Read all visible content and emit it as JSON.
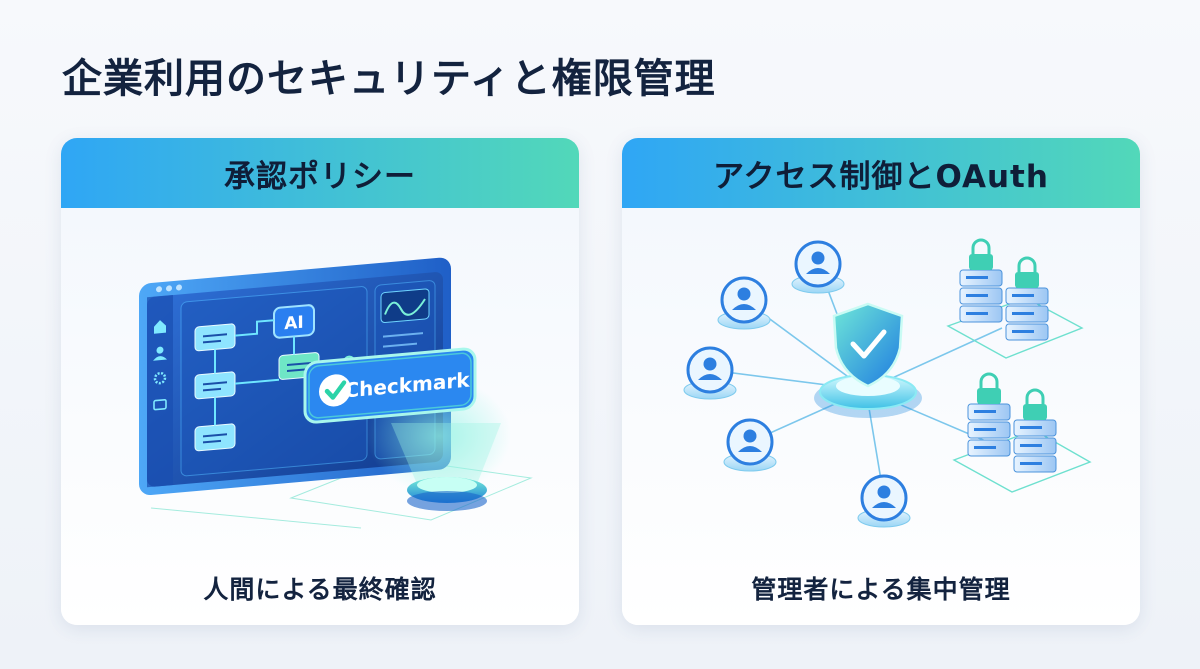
{
  "page": {
    "title": "企業利用のセキュリティと権限管理"
  },
  "cards": [
    {
      "header": "承認ポリシー",
      "caption": "人間による最終確認",
      "ai_label": "AI",
      "badge_label": "Checkmark"
    },
    {
      "header": "アクセス制御とOAuth",
      "caption": "管理者による集中管理"
    }
  ],
  "colors": {
    "header_gradient_start": "#2fa6f5",
    "header_gradient_end": "#52d8b9",
    "accent_blue": "#2d7ff0",
    "accent_teal": "#3fd1c0",
    "title_text": "#13233f"
  }
}
